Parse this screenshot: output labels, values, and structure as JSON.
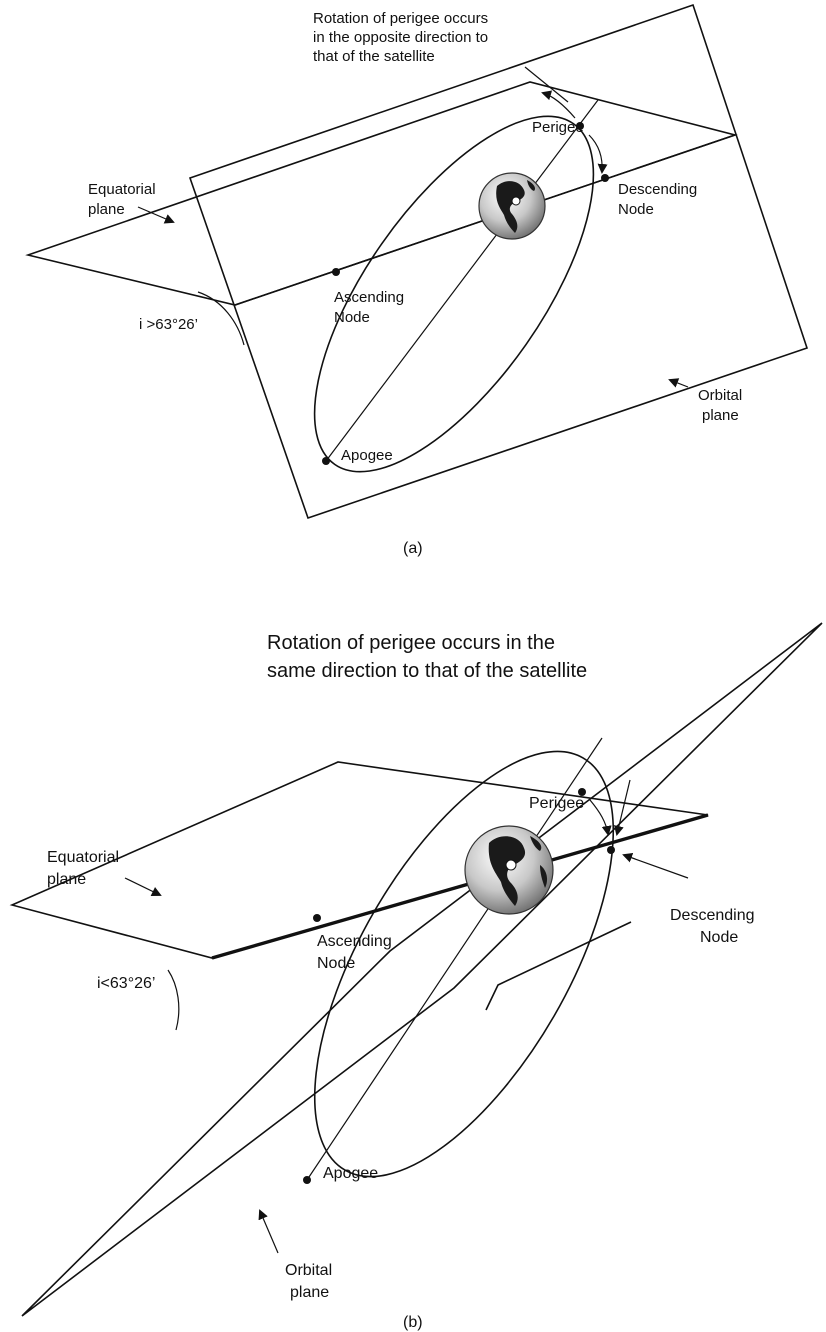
{
  "figure_a": {
    "annotation": [
      "Rotation of perigee occurs",
      "in the opposite direction to",
      "that of the satellite"
    ],
    "equatorial_plane": [
      "Equatorial",
      "plane"
    ],
    "orbital_plane": [
      "Orbital",
      "plane"
    ],
    "perigee": "Perigee",
    "apogee": "Apogee",
    "ascending_node": [
      "Ascending",
      "Node"
    ],
    "descending_node": [
      "Descending",
      "Node"
    ],
    "inclination": "i >63°26’",
    "caption": "(a)"
  },
  "figure_b": {
    "annotation": [
      "Rotation of perigee occurs in the",
      "same direction to that of the satellite"
    ],
    "equatorial_plane": [
      "Equatorial",
      "plane"
    ],
    "orbital_plane": [
      "Orbital",
      "plane"
    ],
    "perigee": "Perigee",
    "apogee": "Apogee",
    "ascending_node": [
      "Ascending",
      "Node"
    ],
    "descending_node": [
      "Descending",
      "Node"
    ],
    "inclination": "i<63°26’",
    "caption": "(b)"
  }
}
